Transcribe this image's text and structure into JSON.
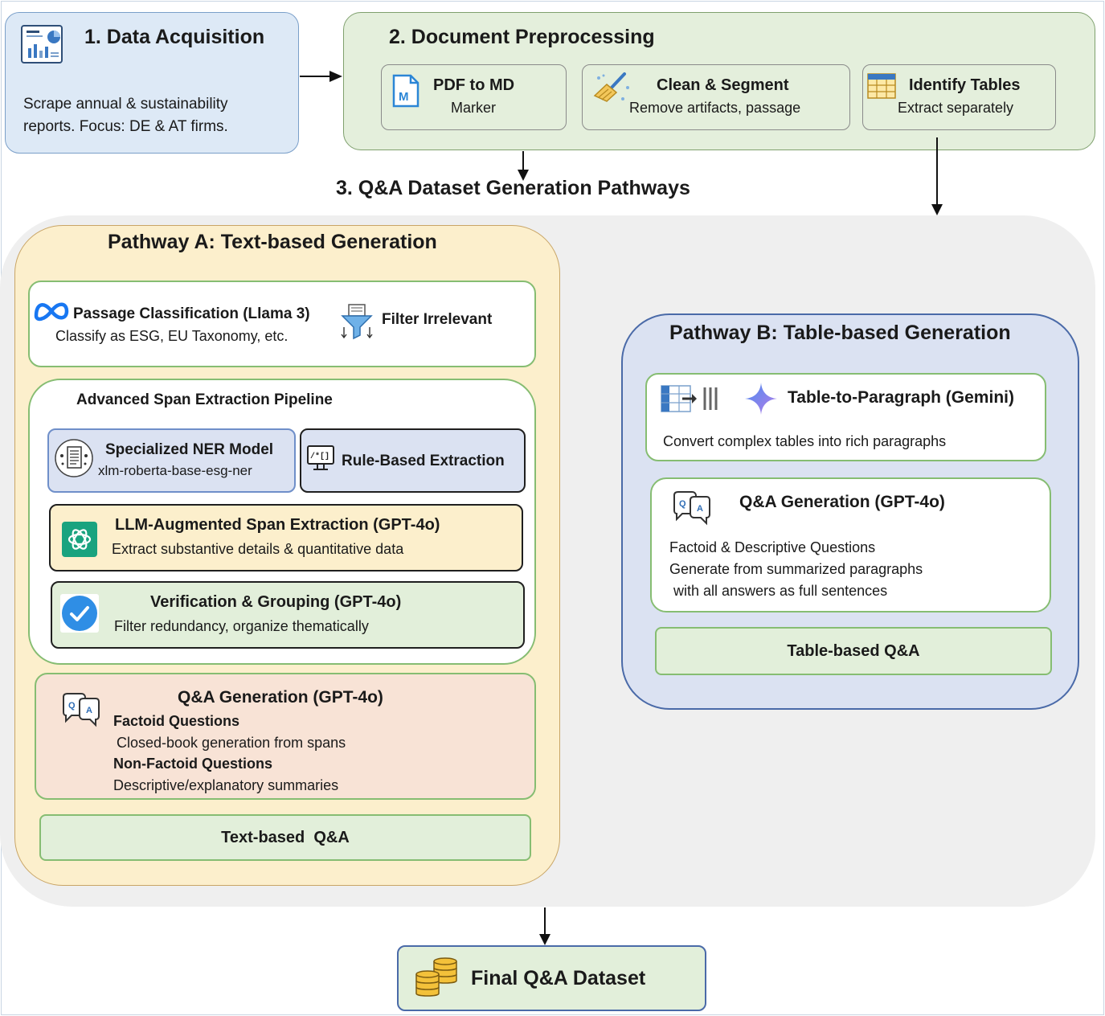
{
  "acquisition": {
    "title": "1. Data Acquisition",
    "line1": "Scrape annual & sustainability",
    "line2": "reports. Focus: DE & AT firms."
  },
  "preprocessing": {
    "title": "2. Document Preprocessing",
    "cards": [
      {
        "title": "PDF to MD",
        "subtitle": "Marker"
      },
      {
        "title": "Clean & Segment",
        "subtitle": "Remove artifacts, passage"
      },
      {
        "title": "Identify Tables",
        "subtitle": "Extract separately"
      }
    ]
  },
  "pathways_title": "3. Q&A Dataset Generation Pathways",
  "pathway_a": {
    "title": "Pathway A: Text-based Generation",
    "classification": {
      "title": "Passage Classification (Llama 3)",
      "subtitle": "Classify as ESG, EU Taxonomy, etc.",
      "filter": "Filter Irrelevant"
    },
    "span_pipeline": {
      "title": "Advanced Span Extraction Pipeline",
      "ner": {
        "title": "Specialized NER Model",
        "subtitle": "xlm-roberta-base-esg-ner"
      },
      "rule": {
        "title": "Rule-Based Extraction"
      },
      "llm": {
        "title": "LLM-Augmented Span Extraction (GPT-4o)",
        "subtitle": "Extract substantive details & quantitative data"
      },
      "verify": {
        "title": "Verification & Grouping (GPT-4o)",
        "subtitle": "Filter redundancy, organize thematically"
      }
    },
    "qa": {
      "title": "Q&A Generation (GPT-4o)",
      "factoid_title": "Factoid Questions",
      "factoid_desc": "Closed-book generation from spans",
      "nonfactoid_title": "Non-Factoid Questions",
      "nonfactoid_desc": "Descriptive/explanatory summaries"
    },
    "output": "Text-based  Q&A"
  },
  "pathway_b": {
    "title": "Pathway B: Table-based Generation",
    "t2p": {
      "title": "Table-to-Paragraph (Gemini)",
      "desc": "Convert complex tables into rich paragraphs"
    },
    "qa": {
      "title": "Q&A Generation (GPT-4o)",
      "line1": "Factoid & Descriptive Questions",
      "line2": "Generate from summarized paragraphs",
      "line3": " with all answers as full sentences"
    },
    "output": "Table-based Q&A"
  },
  "final": {
    "title": "Final Q&A Dataset"
  },
  "icons": {
    "acquisition": "report-chart-icon",
    "pdf": "markdown-file-icon",
    "clean": "broom-icon",
    "tables": "table-grid-icon",
    "meta": "meta-logo-icon",
    "filter": "funnel-filter-icon",
    "ner": "document-circle-icon",
    "rule": "monitor-code-icon",
    "openai": "openai-logo-icon",
    "check": "check-circle-icon",
    "qa": "qa-bubbles-icon",
    "table_convert": "table-to-text-icon",
    "gemini": "gemini-sparkle-icon",
    "database": "database-stack-icon"
  },
  "colors": {
    "acquisition_bg": "#dde9f6",
    "preprocessing_bg": "#e4efdc",
    "pathway_a_bg": "#fcefcc",
    "pathway_b_bg": "#dbe2f2",
    "qa_a_bg": "#f8e3d6",
    "llm_bg": "#fcefcc",
    "ner_bg": "#dbe2f2"
  }
}
